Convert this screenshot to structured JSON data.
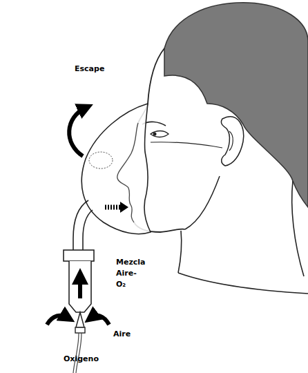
{
  "diagram": {
    "labels": [
      "Escape",
      "Mezcla Aire-O₂",
      "Aire",
      "Oxigeno"
    ]
  }
}
